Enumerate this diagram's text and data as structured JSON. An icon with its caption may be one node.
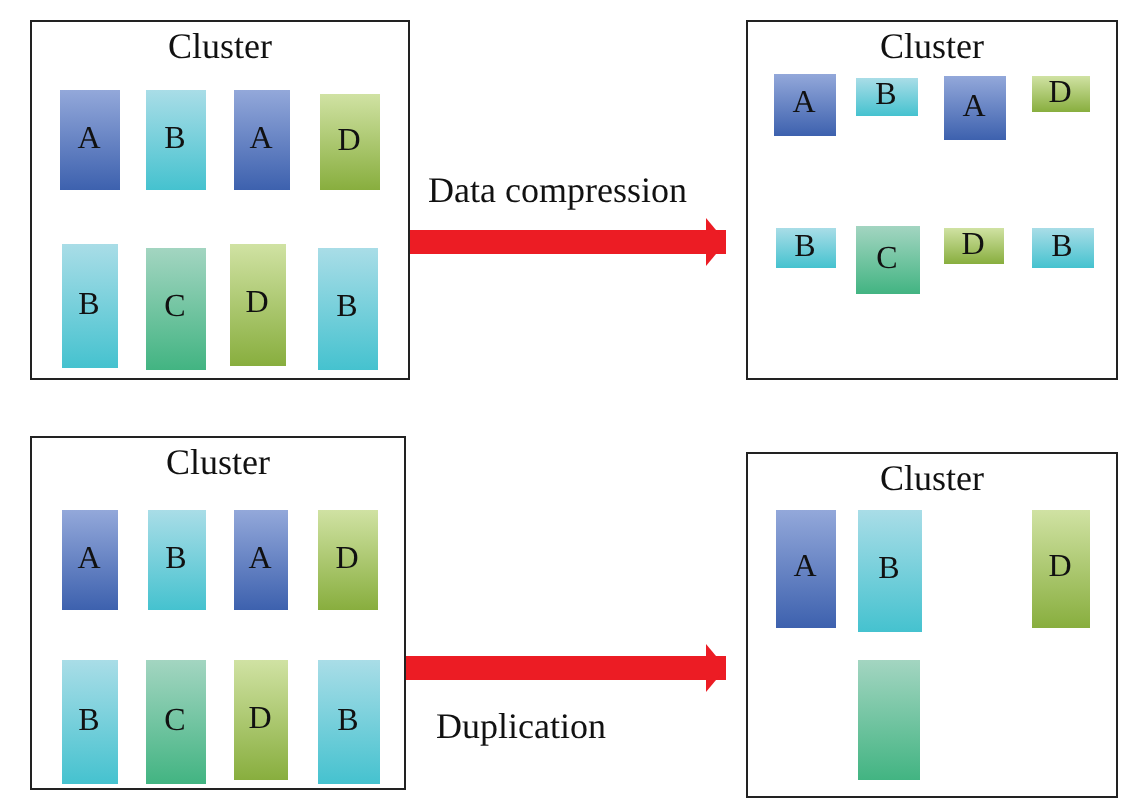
{
  "diagram": {
    "nodes": [
      {
        "text": [
          "Cluster"
        ]
      },
      {
        "text": [
          "A"
        ],
        "in": 0
      },
      {
        "text": [
          "B"
        ],
        "in": 0
      },
      {
        "text": [
          "A"
        ],
        "in": 0
      },
      {
        "text": [
          "D"
        ],
        "in": 0
      },
      {
        "text": [
          "B"
        ],
        "in": 0
      },
      {
        "text": [
          "C"
        ],
        "in": 0
      },
      {
        "text": [
          "D"
        ],
        "in": 0
      },
      {
        "text": [
          "B"
        ],
        "in": 0
      },
      {
        "text": [
          "Cluster"
        ]
      },
      {
        "text": [
          "A"
        ],
        "in": 9
      },
      {
        "text": [
          "B"
        ],
        "in": 9
      },
      {
        "text": [
          "A"
        ],
        "in": 9
      },
      {
        "text": [
          "D"
        ],
        "in": 9
      },
      {
        "text": [
          "B"
        ],
        "in": 9
      },
      {
        "text": [
          "C"
        ],
        "in": 9
      },
      {
        "text": [
          "D"
        ],
        "in": 9
      },
      {
        "text": [
          "B"
        ],
        "in": 9
      },
      {
        "text": [
          "Cluster"
        ]
      },
      {
        "text": [
          "A"
        ],
        "in": 18
      },
      {
        "text": [
          "B"
        ],
        "in": 18
      },
      {
        "text": [
          "A"
        ],
        "in": 18
      },
      {
        "text": [
          "D"
        ],
        "in": 18
      },
      {
        "text": [
          "B"
        ],
        "in": 18
      },
      {
        "text": [
          "C"
        ],
        "in": 18
      },
      {
        "text": [
          "D"
        ],
        "in": 18
      },
      {
        "text": [
          "B"
        ],
        "in": 18
      },
      {
        "text": [
          "Cluster"
        ]
      },
      {
        "text": [
          "A"
        ],
        "in": 27
      },
      {
        "text": [
          "B"
        ],
        "in": 27
      },
      {
        "text": [
          "D"
        ],
        "in": 27
      },
      {
        "text": [],
        "shape": "box",
        "in": 27
      }
    ],
    "edges": [
      {
        "from": 0,
        "to": 9,
        "arrow": "to",
        "label": "Data compression"
      },
      {
        "from": 18,
        "to": 27,
        "arrow": "to",
        "label": "Duplication"
      }
    ]
  }
}
